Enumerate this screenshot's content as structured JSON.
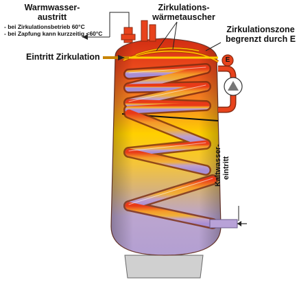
{
  "labels": {
    "ww_title_line1": "Warmwasser-",
    "ww_title_line2": "austritt",
    "ww_note_1": "- bei Zirkulationsbetrieb 60°C",
    "ww_note_2": "- bei Zapfung kann kurzzeitig <60°C",
    "zwt_line1": "Zirkulations-",
    "zwt_line2": "wärmetauscher",
    "zone_line1": "Zirkulationszone",
    "zone_line2": "begrenzt durch E",
    "inlet": "Eintritt Zirkulation",
    "sensor_letter": "E",
    "kw_line1": "Kaltwasser-",
    "kw_line2": "eintritt"
  },
  "colors": {
    "tank_top": "#e8401a",
    "tank_mid": "#ffd000",
    "tank_bottom": "#b8a6d4",
    "coil_hot": "#e03a1c",
    "coil_cold": "#a78fd0",
    "pump_pipe": "#e8431c"
  },
  "icons": [
    "pump-icon",
    "sensor-icon",
    "arrow-icon"
  ]
}
